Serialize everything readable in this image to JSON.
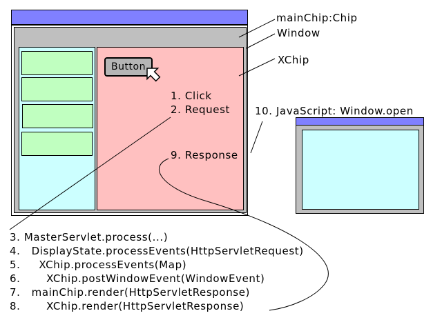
{
  "labels": {
    "main_chip": "mainChip:Chip",
    "window": "Window",
    "xchip": "XChip",
    "window_open": "10. JavaScript: Window.open"
  },
  "button": {
    "label": "Button"
  },
  "steps": {
    "click": "1. Click",
    "request": "2. Request",
    "response": "9. Response"
  },
  "call_sequence": [
    "3. MasterServlet.process(...)",
    "4.   DisplayState.processEvents(HttpServletRequest)",
    "5.     XChip.processEvents(Map)",
    "6.       XChip.postWindowEvent(WindowEvent)",
    "7.   mainChip.render(HttpServletResponse)",
    "8.       XChip.render(HttpServletResponse)"
  ],
  "colors": {
    "title_bar": "#8080ff",
    "frame": "#bfbfbf",
    "panel_cyan": "#ccffff",
    "panel_pink": "#ffc0c0",
    "panel_green": "#c0ffc0",
    "button": "#b5b5b5"
  },
  "icons": [
    "mouse-cursor-icon"
  ]
}
